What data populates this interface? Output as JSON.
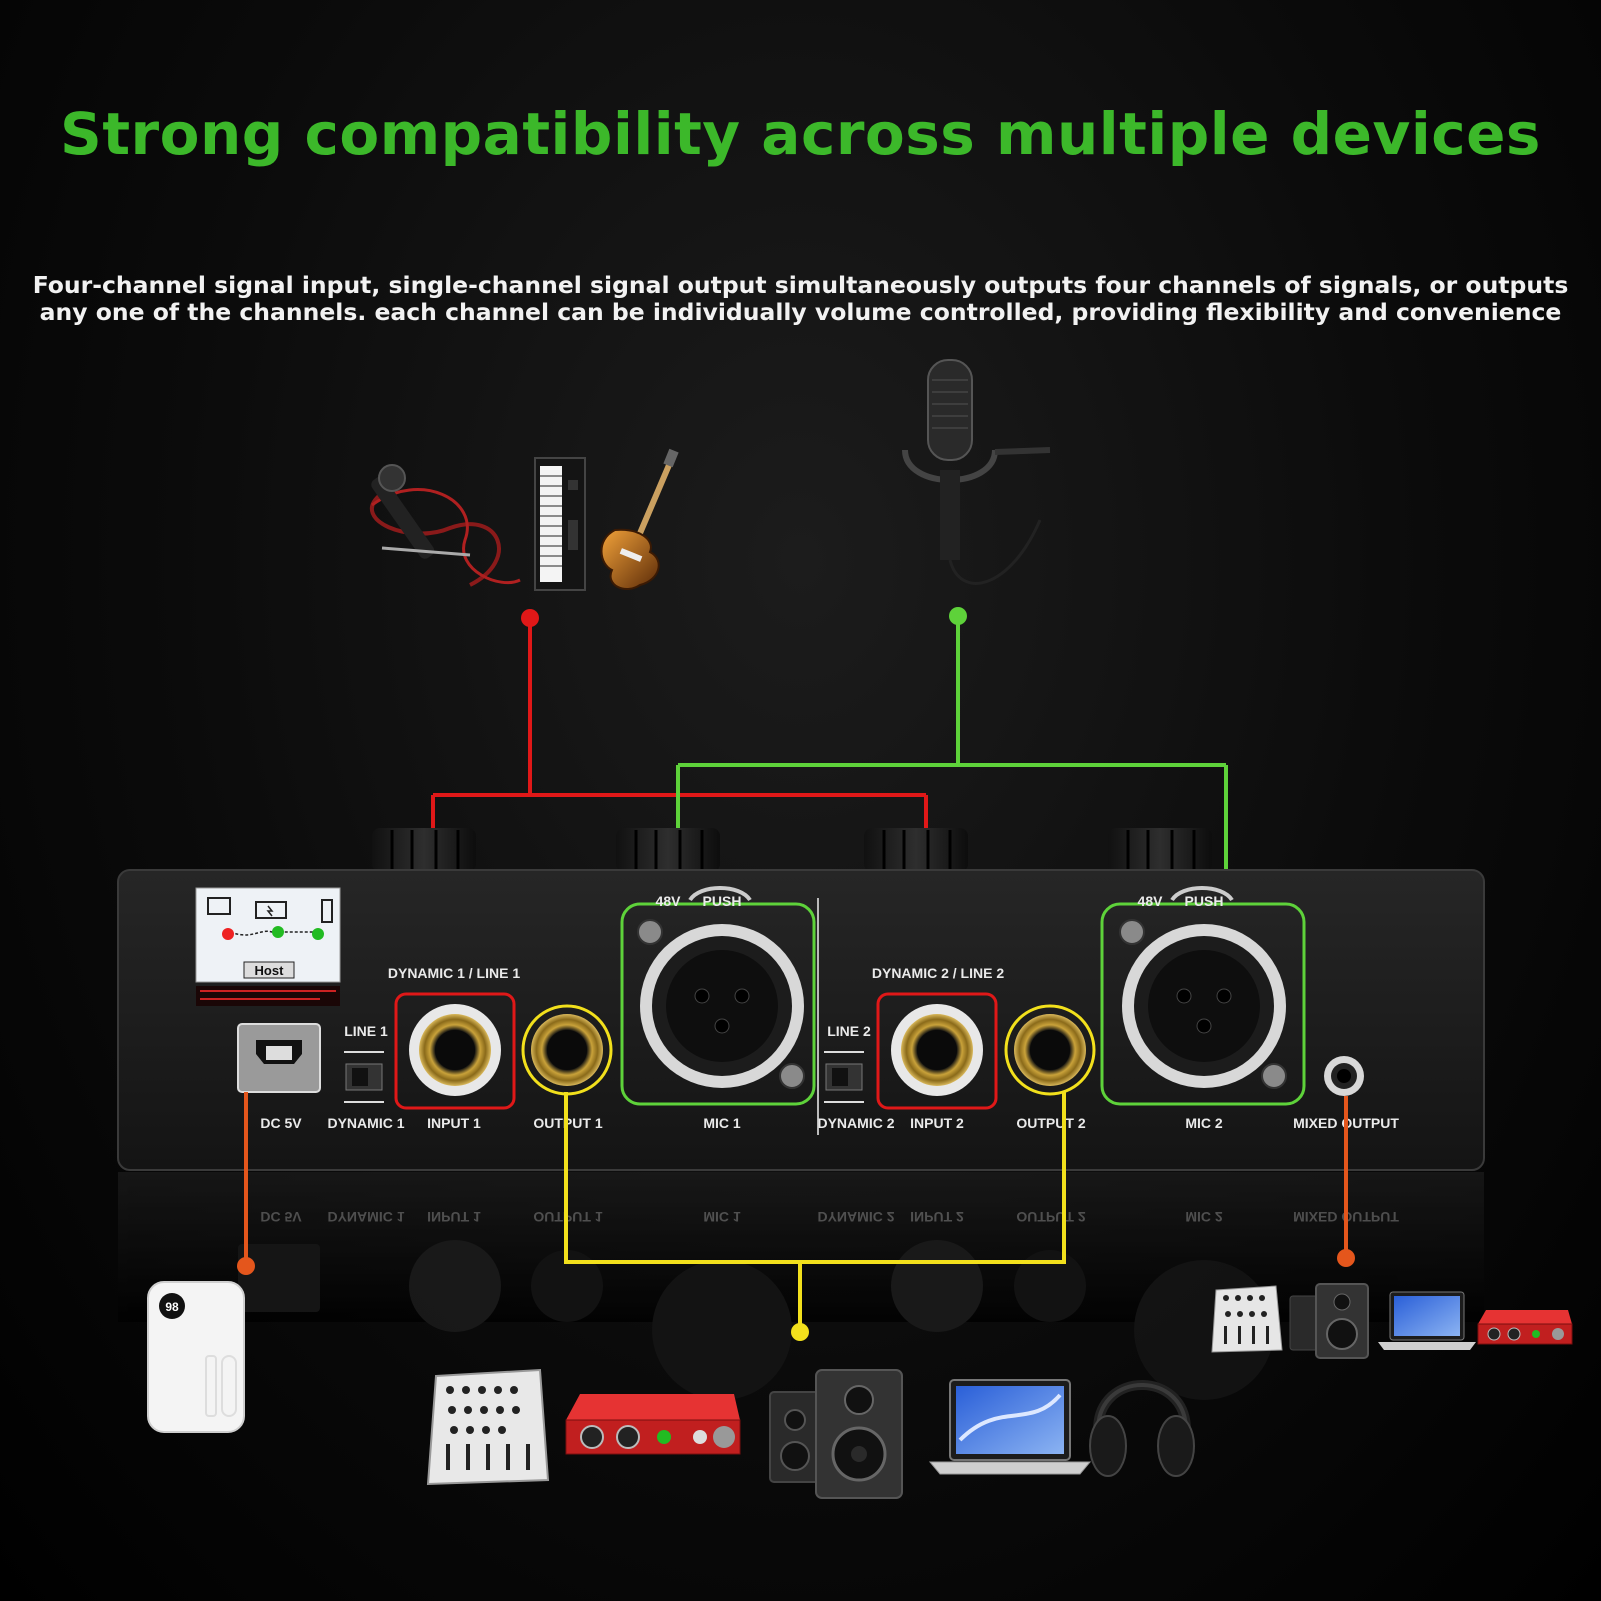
{
  "colors": {
    "title": "#3cb82a",
    "instrument_line": "#e01818",
    "mic_line": "#5ed23a",
    "output_line": "#f2e01c",
    "power_line": "#e4561c"
  },
  "header": {
    "title": "Strong compatibility across multiple devices",
    "subtitle_line1": "Four-channel signal input, single-channel signal output simultaneously outputs four channels of signals, or outputs",
    "subtitle_line2": "any one of the channels. each channel can be individually volume controlled, providing flexibility and convenience"
  },
  "panel": {
    "labels": {
      "dynamic1_line1": "DYNAMIC 1 / LINE 1",
      "dynamic2_line2": "DYNAMIC 2 / LINE 2",
      "line1": "LINE 1",
      "line2": "LINE 2",
      "dc5v": "DC 5V",
      "dynamic1": "DYNAMIC 1",
      "input1": "INPUT 1",
      "output1": "OUTPUT 1",
      "mic1": "MIC 1",
      "dynamic2": "DYNAMIC 2",
      "input2": "INPUT 2",
      "output2": "OUTPUT 2",
      "mic2": "MIC 2",
      "mixed_output": "MIXED OUTPUT",
      "push": "PUSH",
      "phantom_48v": "48V",
      "host": "Host",
      "battery_display": "98"
    }
  },
  "icons": {
    "inputs_instruments": [
      "handheld-mic-icon",
      "keyboard-icon",
      "electric-guitar-icon"
    ],
    "input_condenser": "condenser-mic-icon",
    "power_source": "power-bank-icon",
    "output_devices": [
      "mixer-icon",
      "audio-interface-icon",
      "speakers-icon",
      "laptop-icon",
      "headphones-icon"
    ],
    "mixed_output_devices": [
      "mixer-icon",
      "speaker-icon",
      "laptop-icon",
      "audio-interface-icon"
    ]
  }
}
